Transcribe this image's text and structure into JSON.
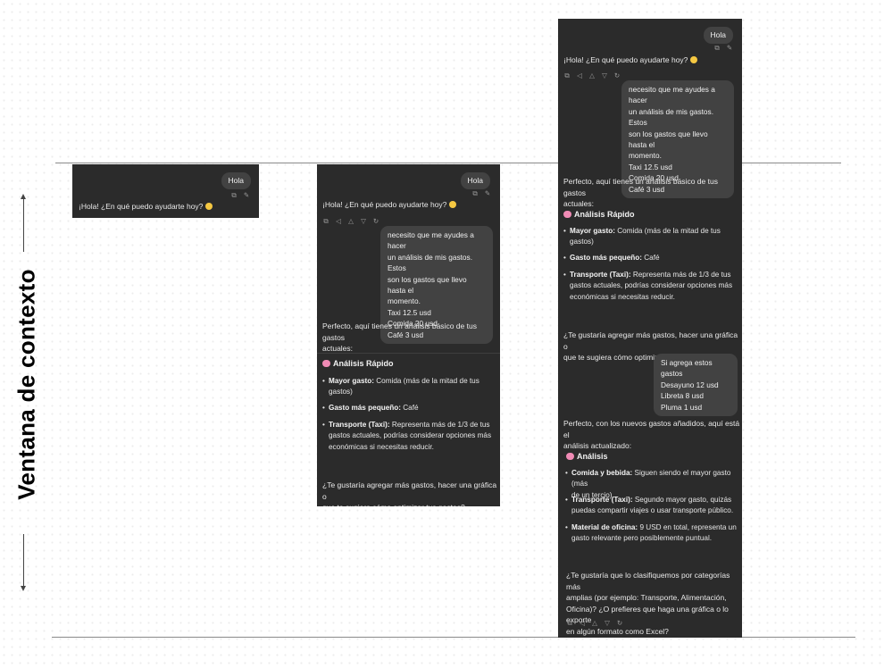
{
  "side_label": "Ventana de contexto",
  "chat": {
    "hola": "Hola",
    "greeting": "¡Hola! ¿En qué puedo ayudarte hoy?",
    "request": [
      "necesito que me ayudes a hacer",
      "un análisis de mis gastos. Estos",
      "son los gastos que llevo hasta el",
      "momento.",
      "Taxi 12.5 usd",
      "Comida 20 usd",
      "Café 3 usd"
    ],
    "perfect": [
      "Perfecto, aquí tienes un análisis básico de tus gastos",
      "actuales:"
    ],
    "quick_title": "Análisis Rápido",
    "quick_items": [
      {
        "label": "Mayor gasto:",
        "text": [
          "Comida (más de la mitad de tus",
          "gastos)"
        ]
      },
      {
        "label": "Gasto más pequeño:",
        "text": [
          "Café"
        ]
      },
      {
        "label": "Transporte (Taxi):",
        "text": [
          "Representa más de 1/3 de tus",
          "gastos actuales, podrías considerar opciones más",
          "económicas si necesitas reducir."
        ]
      }
    ],
    "question1": [
      "¿Te gustaría agregar más gastos, hacer una gráfica o",
      "que te sugiera cómo optimizar tus gastos?"
    ],
    "request2": [
      "Si agrega estos gastos",
      "Desayuno 12 usd",
      "Libreta 8 usd",
      "Pluma 1 usd"
    ],
    "perfect2": [
      "Perfecto, con los nuevos gastos añadidos, aquí está el",
      "análisis actualizado:"
    ],
    "analysis_title": "Análisis",
    "analysis_items": [
      {
        "label": "Comida y bebida:",
        "text": [
          "Siguen siendo el mayor gasto (más",
          "de un tercio)."
        ]
      },
      {
        "label": "Transporte (Taxi):",
        "text": [
          "Segundo mayor gasto, quizás",
          "puedas compartir viajes o usar transporte público."
        ]
      },
      {
        "label": "Material de oficina:",
        "text": [
          "9 USD en total, representa un",
          "gasto relevante pero posiblemente puntual."
        ]
      }
    ],
    "question2": [
      "¿Te gustaría que lo clasifiquemos por categorías más",
      "amplias (por ejemplo: Transporte, Alimentación,",
      "Oficina)? ¿O prefieres que haga una gráfica o lo exporte",
      "en algún formato como Excel?"
    ]
  }
}
